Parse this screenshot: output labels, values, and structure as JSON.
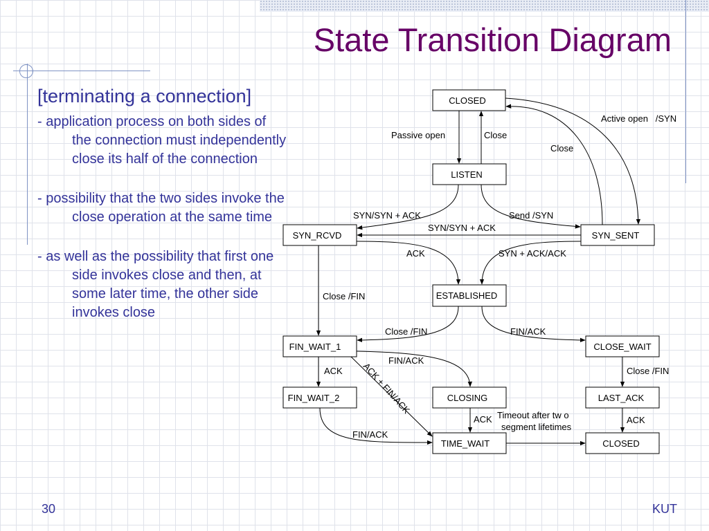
{
  "slide": {
    "title": "State Transition Diagram",
    "subtitle": "[terminating a connection]",
    "bullets": [
      "- application process on both sides of the connection must independently close its half of the connection",
      "- possibility that the two sides invoke the close operation at the same time",
      "- as well as the possibility that first one side invokes close and then, at some later time, the other side invokes close"
    ],
    "page_number": "30",
    "footer_right": "KUT"
  },
  "diagram": {
    "states": {
      "closed_top": "CLOSED",
      "listen": "LISTEN",
      "syn_rcvd": "SYN_RCVD",
      "syn_sent": "SYN_SENT",
      "established": "ESTABLISHED",
      "fin_wait_1": "FIN_WAIT_1",
      "close_wait": "CLOSE_WAIT",
      "fin_wait_2": "FIN_WAIT_2",
      "closing": "CLOSING",
      "last_ack": "LAST_ACK",
      "time_wait": "TIME_WAIT",
      "closed_bottom": "CLOSED"
    },
    "labels": {
      "passive_open": "Passive open",
      "close_1": "Close",
      "close_2": "Close",
      "active_open": "Active open   /SYN",
      "syn_syn_ack_1": "SYN/SYN + ACK",
      "send_syn": "Send /SYN",
      "syn_syn_ack_2": "SYN/SYN + ACK",
      "ack_1": "ACK",
      "syn_ack_ack": "SYN + ACK/ACK",
      "close_fin_1": "Close /FIN",
      "close_fin_2": "Close /FIN",
      "fin_ack_1": "FIN/ACK",
      "fin_ack_2": "FIN/ACK",
      "ack_2": "ACK",
      "ack_fin_ack": "ACK + FIN/ACK",
      "close_fin_3": "Close /FIN",
      "ack_3": "ACK",
      "timeout_1": "Timeout after tw o",
      "timeout_2": "segment lifetimes",
      "ack_4": "ACK",
      "fin_ack_3": "FIN/ACK"
    }
  }
}
